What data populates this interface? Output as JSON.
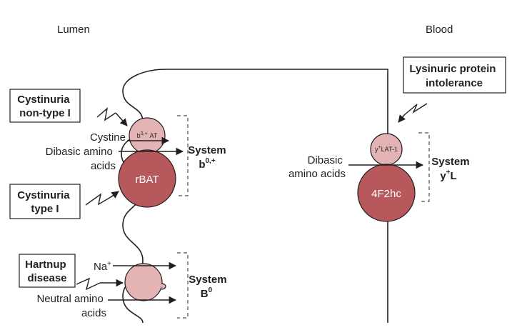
{
  "compartments": {
    "lumen": "Lumen",
    "blood": "Blood"
  },
  "diseases": {
    "cystinuria_non_type_1": [
      "Cystinuria",
      "non-type I"
    ],
    "cystinuria_type_1": [
      "Cystinuria",
      "type I"
    ],
    "hartnup": [
      "Hartnup",
      "disease"
    ],
    "lysinuric": [
      "Lysinuric protein",
      "intolerance"
    ]
  },
  "proteins": {
    "b0_at_base": "b",
    "b0_at_sup": "0,+",
    "b0_at_suffix": "AT",
    "rbat": "rBAT",
    "y_lat1_base": "y",
    "y_lat1_sup": "+",
    "y_lat1_suffix": "LAT-1",
    "hc": "4F2hc"
  },
  "substrates": {
    "cystine": "Cystine",
    "dibasic_lumen": [
      "Dibasic amino",
      "acids"
    ],
    "dibasic_blood": [
      "Dibasic",
      "amino acids"
    ],
    "sodium_base": "Na",
    "sodium_sup": "+",
    "neutral": [
      "Neutral amino",
      "acids"
    ]
  },
  "systems": {
    "b0plus": {
      "label": "System",
      "base": "b",
      "sup": "0,+"
    },
    "yplusl": {
      "label": "System",
      "base": "y",
      "sup": "+",
      "suffix": "L"
    },
    "b0": {
      "label": "System",
      "base": "B",
      "sup": "0"
    }
  },
  "colors": {
    "line": "#231f20",
    "light_protein": "#e3b4b3",
    "dark_protein": "#b6585c",
    "protein_stroke": "#231f20",
    "background": "#ffffff"
  }
}
